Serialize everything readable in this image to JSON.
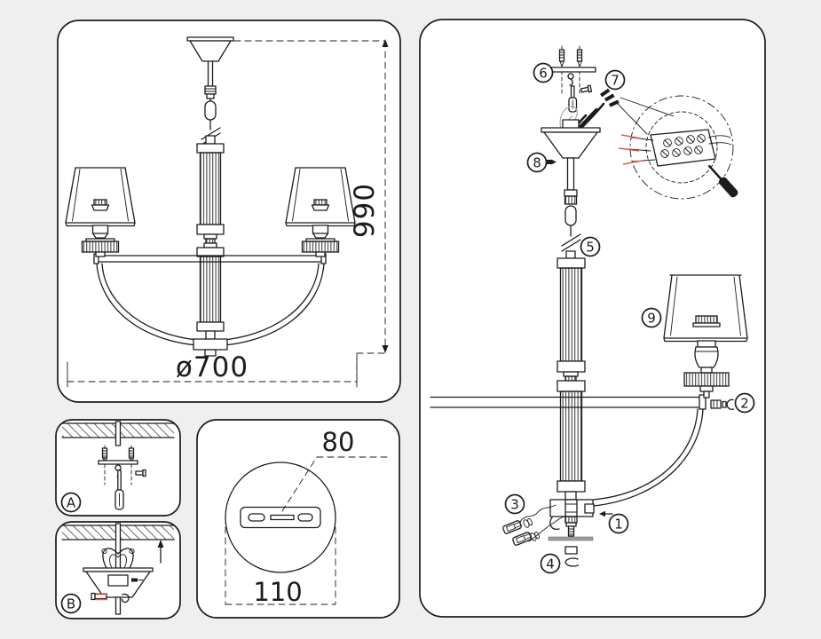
{
  "page": {
    "background": "#efefef",
    "line_color": "#1c1c1c",
    "accent_red": "#dd5a4c"
  },
  "overview_panel": {
    "height_dim": "990",
    "diameter_dim": "ø700"
  },
  "mount_plate_panel": {
    "hole_spacing_dim": "80",
    "plate_width_dim": "110"
  },
  "install_steps": {
    "step_a_label": "A",
    "step_b_label": "B"
  },
  "callouts": [
    {
      "label": "1"
    },
    {
      "label": "2"
    },
    {
      "label": "3"
    },
    {
      "label": "4"
    },
    {
      "label": "5"
    },
    {
      "label": "6"
    },
    {
      "label": "7"
    },
    {
      "label": "8"
    },
    {
      "label": "9"
    }
  ]
}
